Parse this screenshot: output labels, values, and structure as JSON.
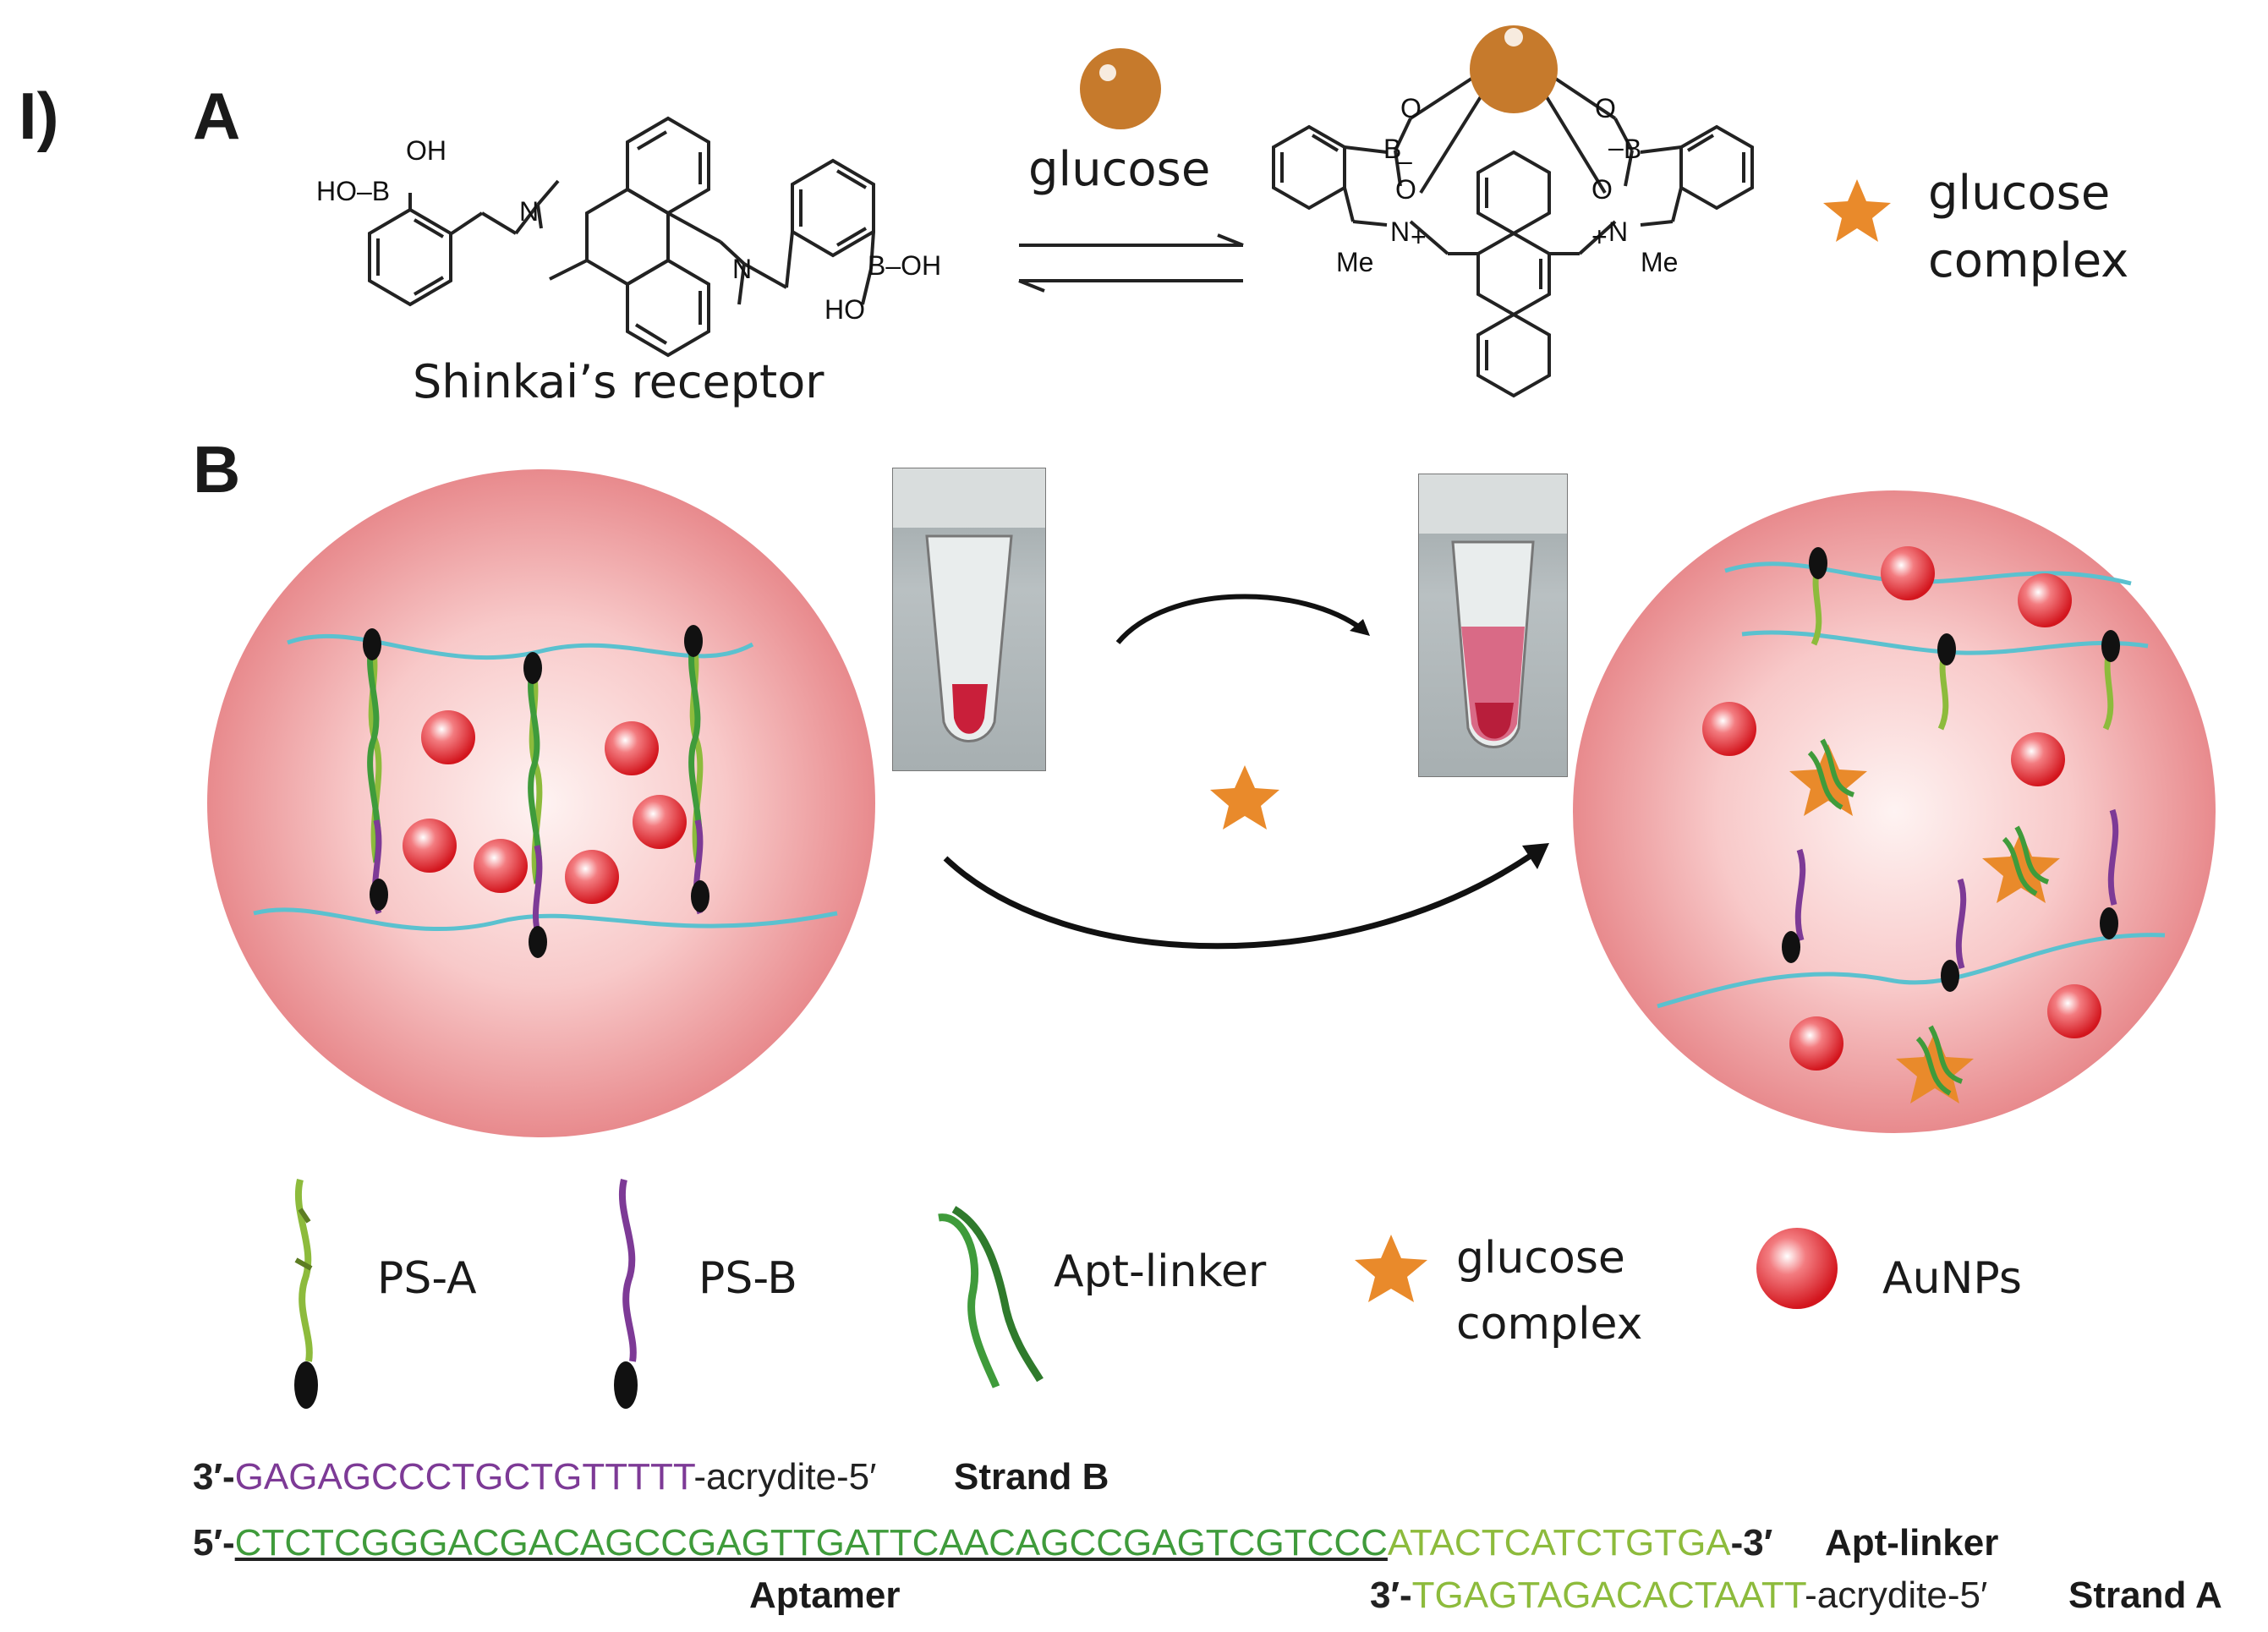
{
  "figure": {
    "part_label": "I)",
    "panel_a": {
      "label": "A",
      "receptor_name": "Shinkai’s receptor",
      "reagent": "glucose",
      "product_label_line1": "glucose",
      "product_label_line2": "complex",
      "atoms": {
        "oh": "OH",
        "hob": "HO–B",
        "n": "N",
        "b_oh": "B–OH",
        "ho": "HO",
        "o": "O",
        "b_minus": "B",
        "minus": "–",
        "n_plus": "N",
        "plus": "+",
        "me": "Me"
      }
    },
    "panel_b": {
      "label": "B",
      "legend": [
        {
          "key": "ps_a",
          "label": "PS-A"
        },
        {
          "key": "ps_b",
          "label": "PS-B"
        },
        {
          "key": "apt",
          "label": "Apt-linker"
        },
        {
          "key": "gc",
          "label_line1": "glucose",
          "label_line2": "complex"
        },
        {
          "key": "au",
          "label": "AuNPs"
        }
      ]
    },
    "sequences": {
      "strand_b": {
        "prefix": "3′-",
        "seq": "GAGAGCCCTGCTGTTTTT",
        "suffix": "-acrydite-5′",
        "name": "Strand B"
      },
      "apt_linker": {
        "prefix": "5′-",
        "seq_aptamer": "CTCTCGGGACGACAGCCGAGTTGATTCAACAGCCGAGTCGTCCC",
        "seq_rest": "ATACTCATCTGTGA",
        "suffix": "-3′",
        "name": "Apt-linker"
      },
      "aptamer_label": "Aptamer",
      "strand_a": {
        "prefix": "3′-",
        "seq": "TGAGTAGACACTAATT",
        "suffix": "-acrydite-5′",
        "name": "Strand A"
      }
    },
    "colors": {
      "purple": "#7d3a96",
      "green": "#3f9b3b",
      "light_green": "#8dbb3c",
      "orange": "#e98a2b",
      "glucose_ball": "#c67a2c",
      "cyan": "#5bc1cf",
      "sphere_pink": "#f5b0b3",
      "aunp_red": "#e8202a"
    }
  }
}
